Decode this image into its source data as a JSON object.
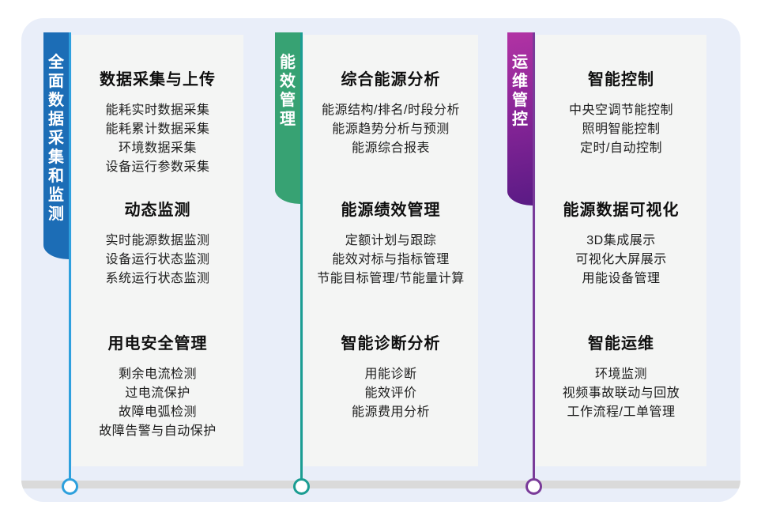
{
  "theme": {
    "page_bg": "#ffffff",
    "panel_bg": "#e9eef9",
    "card_bg": "#f4f5f4",
    "bar_color": "#dadada",
    "ribbon_blue": "#1c6db6",
    "line_blue": "#2da0dd",
    "ribbon_green": "#37a273",
    "line_green": "#1b9d92",
    "ribbon_purple_from": "#b233a4",
    "ribbon_purple_mid": "#8a2598",
    "ribbon_purple_to": "#5a1b85",
    "line_purple": "#7a3b99",
    "heading_color": "#0f0f0f",
    "item_color": "#1d1d1d"
  },
  "columns": [
    {
      "ribbon_label": "全面数据采集和监测",
      "sections": [
        {
          "title": "数据采集与上传",
          "items": [
            "能耗实时数据采集",
            "能耗累计数据采集",
            "环境数据采集",
            "设备运行参数采集"
          ]
        },
        {
          "title": "动态监测",
          "items": [
            "实时能源数据监测",
            "设备运行状态监测",
            "系统运行状态监测"
          ]
        },
        {
          "title": "用电安全管理",
          "items": [
            "剩余电流检测",
            "过电流保护",
            "故障电弧检测",
            "故障告警与自动保护"
          ]
        }
      ]
    },
    {
      "ribbon_label": "能效管理",
      "sections": [
        {
          "title": "综合能源分析",
          "items": [
            "能源结构/排名/时段分析",
            "能源趋势分析与预测",
            "能源综合报表"
          ]
        },
        {
          "title": "能源绩效管理",
          "items": [
            "定额计划与跟踪",
            "能效对标与指标管理",
            "节能目标管理/节能量计算"
          ]
        },
        {
          "title": "智能诊断分析",
          "items": [
            "用能诊断",
            "能效评价",
            "能源费用分析"
          ]
        }
      ]
    },
    {
      "ribbon_label": "运维管控",
      "sections": [
        {
          "title": "智能控制",
          "items": [
            "中央空调节能控制",
            "照明智能控制",
            "定时/自动控制"
          ]
        },
        {
          "title": "能源数据可视化",
          "items": [
            "3D集成展示",
            "可视化大屏展示",
            "用能设备管理"
          ]
        },
        {
          "title": "智能运维",
          "items": [
            "环境监测",
            "视频事故联动与回放",
            "工作流程/工单管理"
          ]
        }
      ]
    }
  ]
}
